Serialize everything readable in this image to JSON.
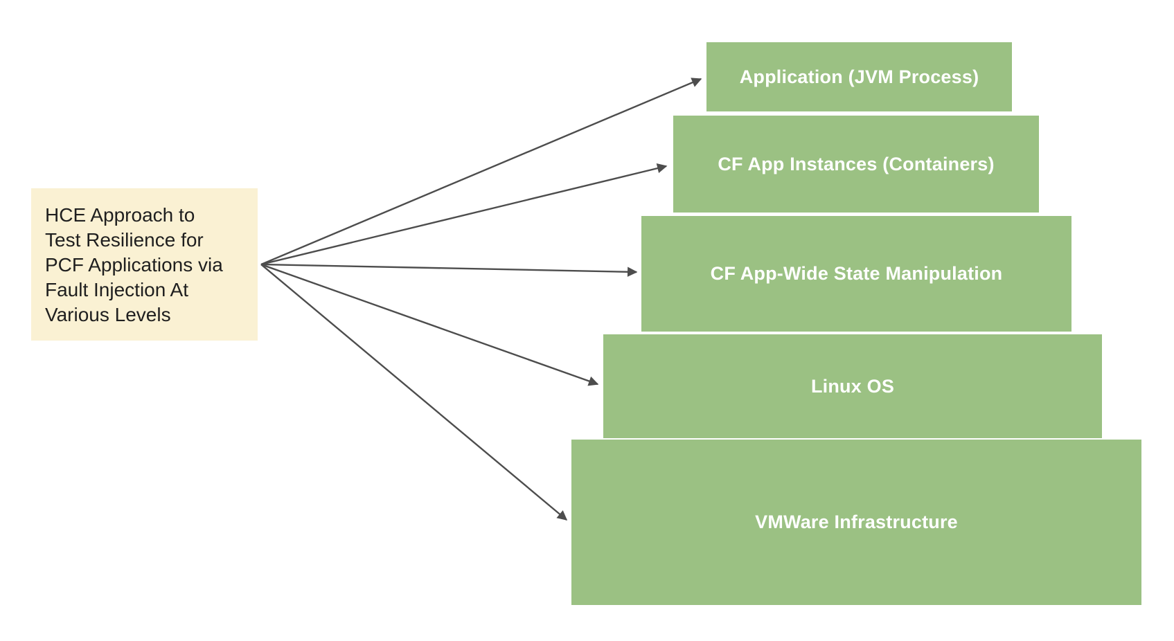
{
  "note": {
    "lines": [
      "HCE Approach to",
      "Test Resilience for",
      "PCF Applications via",
      "Fault Injection At",
      "Various Levels"
    ]
  },
  "levels": [
    {
      "label": "Application (JVM Process)"
    },
    {
      "label": "CF App Instances (Containers)"
    },
    {
      "label": "CF App-Wide State Manipulation"
    },
    {
      "label": "Linux OS"
    },
    {
      "label": "VMWare Infrastructure"
    }
  ],
  "colors": {
    "canvas-bg": "#FFFFFF",
    "level-fill": "#9BC183",
    "level-text": "#FFFFFF",
    "note-fill": "#FAF1D3",
    "note-text": "#1F1F1F",
    "arrow-color": "#4D4D4D"
  }
}
